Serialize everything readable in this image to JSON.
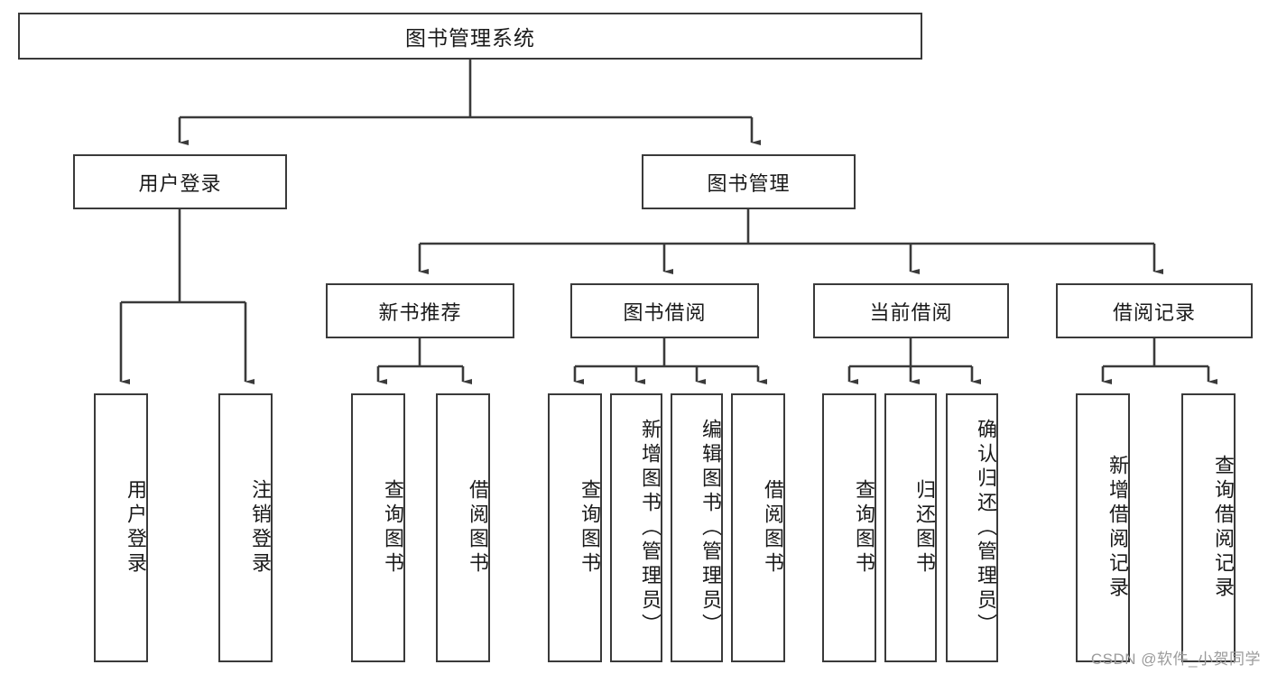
{
  "diagram": {
    "type": "tree",
    "title": "图书管理系统",
    "watermark": "CSDN @软件_小贺同学",
    "colors": {
      "box_border": "#3a3a3a",
      "box_fill": "#ffffff",
      "connector": "#3a3a3a",
      "text": "#1a1a1a",
      "watermark": "#9b9b9b",
      "background": "#ffffff"
    },
    "nodes": {
      "root": {
        "label": "图书管理系统"
      },
      "level2": [
        {
          "label": "用户登录"
        },
        {
          "label": "图书管理"
        }
      ],
      "level3": [
        {
          "label": "新书推荐"
        },
        {
          "label": "图书借阅"
        },
        {
          "label": "当前借阅"
        },
        {
          "label": "借阅记录"
        }
      ],
      "leaves": {
        "user_login": [
          {
            "label": "用户登录"
          },
          {
            "label": "注销登录"
          }
        ],
        "new_book_recommend": [
          {
            "label": "查询图书"
          },
          {
            "label": "借阅图书"
          }
        ],
        "book_borrow": [
          {
            "label": "查询图书"
          },
          {
            "label": "新增图书（管理员）"
          },
          {
            "label": "编辑图书（管理员）"
          },
          {
            "label": "借阅图书"
          }
        ],
        "current_borrow": [
          {
            "label": "查询图书"
          },
          {
            "label": "归还图书"
          },
          {
            "label": "确认归还（管理员）"
          }
        ],
        "borrow_record": [
          {
            "label": "新增借阅记录"
          },
          {
            "label": "查询借阅记录"
          }
        ]
      }
    }
  }
}
